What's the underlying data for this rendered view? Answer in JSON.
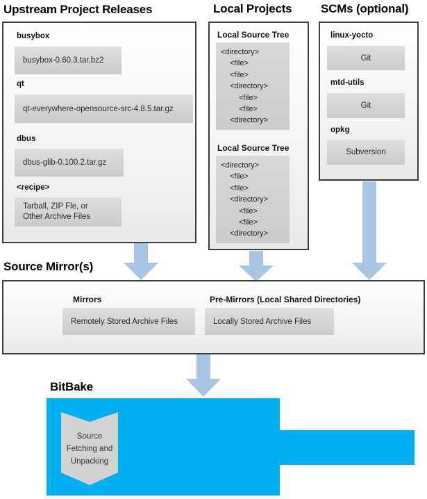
{
  "colors": {
    "accent_cyan": "#00aff0",
    "arrow_blue": "#a8c5e5",
    "panel_gray": "#d2d2d2"
  },
  "upstream": {
    "title": "Upstream Project Releases",
    "items": [
      {
        "label": "busybox",
        "value": "busybox-0.60.3.tar.bz2"
      },
      {
        "label": "qt",
        "value": "qt-everywhere-opensource-src-4.8.5.tar.gz"
      },
      {
        "label": "dbus",
        "value": "dbus-glib-0.100.2.tar.gz"
      },
      {
        "label": "<recipe>",
        "value": "Tarball, ZIP Fle, or\nOther Archive Files"
      }
    ]
  },
  "local": {
    "title": "Local Projects",
    "tree_label": "Local Source Tree",
    "tree_lines": [
      {
        "text": "<directory>",
        "indent": 0
      },
      {
        "text": "<file>",
        "indent": 1
      },
      {
        "text": "<file>",
        "indent": 1
      },
      {
        "text": "<directory>",
        "indent": 1
      },
      {
        "text": "<file>",
        "indent": 2
      },
      {
        "text": "<file>",
        "indent": 2
      },
      {
        "text": "<directory>",
        "indent": 1
      }
    ]
  },
  "scms": {
    "title": "SCMs (optional)",
    "items": [
      {
        "label": "linux-yocto",
        "value": "Git"
      },
      {
        "label": "mtd-utils",
        "value": "Git"
      },
      {
        "label": "opkg",
        "value": "Subversion"
      }
    ]
  },
  "mirrors": {
    "title": "Source Mirror(s)",
    "mirrors_label": "Mirrors",
    "mirrors_value": "Remotely Stored Archive Files",
    "premirrors_label": "Pre-Mirrors (Local Shared Directories)",
    "premirrors_value": "Locally Stored Archive Files"
  },
  "bitbake": {
    "title": "BitBake",
    "process": "Source\nFetching and\nUnpacking"
  }
}
